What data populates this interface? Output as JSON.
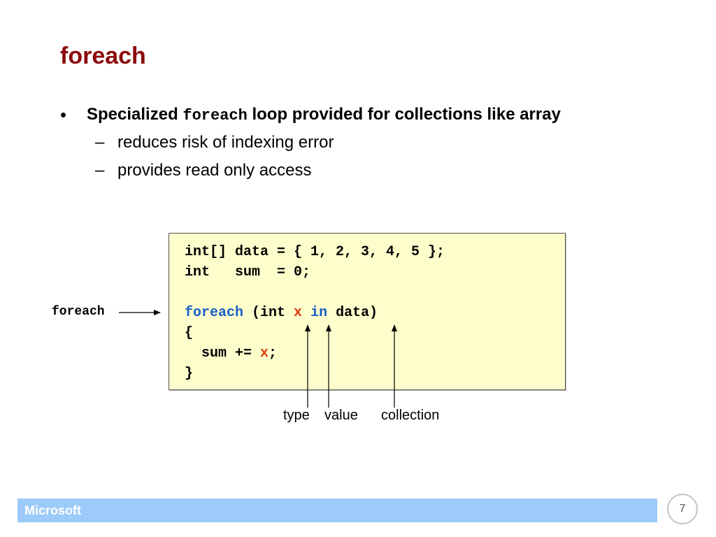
{
  "slide": {
    "title": "foreach",
    "bullet": {
      "marker": "•",
      "text_before": "Specialized ",
      "code": "foreach",
      "text_after": " loop provided for collections like array"
    },
    "subbullets": [
      {
        "marker": "–",
        "text": "reduces risk of indexing error"
      },
      {
        "marker": "–",
        "text": "provides read only access"
      }
    ]
  },
  "code": {
    "line1": "int[] data = { 1, 2, 3, 4, 5 };",
    "line2": "int   sum  = 0;",
    "line4_kw": "foreach",
    "line4_a": " (int ",
    "line4_var": "x",
    "line4_in": "in",
    "line4_b": " data)",
    "line5": "{",
    "line6_a": "  sum += ",
    "line6_var": "x",
    "line6_b": ";",
    "line7": "}"
  },
  "annotations": {
    "side_label": "foreach",
    "type": "type",
    "value": "value",
    "collection": "collection"
  },
  "footer": {
    "brand": "Microsoft",
    "page_number": "7"
  },
  "colors": {
    "title": "#8b0a0a",
    "keyword": "#1a5fc9",
    "variable": "#e33b0c",
    "code_background": "#fefdcc",
    "footer_bar": "#9ccbf9"
  }
}
